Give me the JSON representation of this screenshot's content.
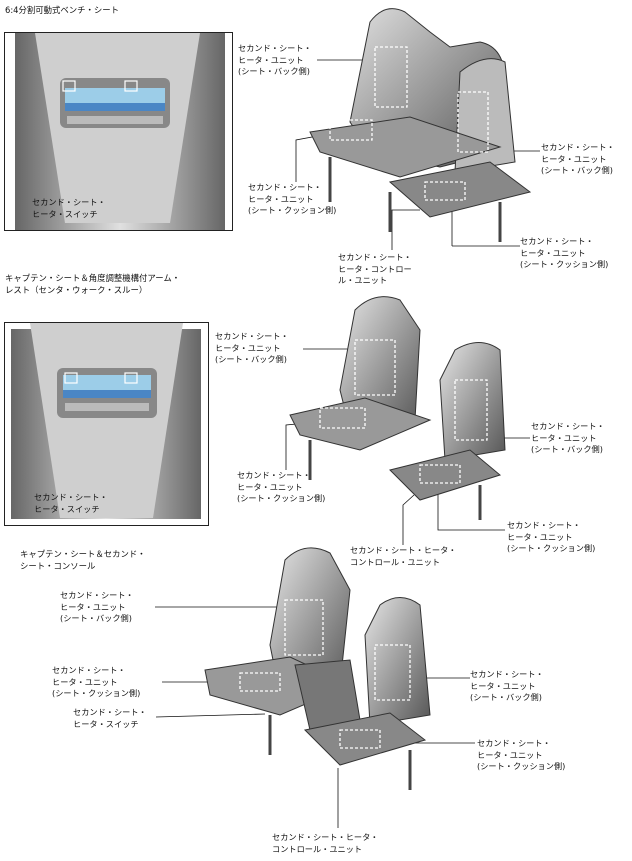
{
  "sections": [
    {
      "title": [
        "6:4分割可動式ベンチ・シート"
      ],
      "inset_label": [
        "セカンド・シート・",
        "ヒータ・スイッチ"
      ],
      "labels": [
        [
          "セカンド・シート・",
          "ヒータ・ユニット",
          "(シート・バック側)"
        ],
        [
          "セカンド・シート・",
          "ヒータ・ユニット",
          "(シート・バック側)"
        ],
        [
          "セカンド・シート・",
          "ヒータ・ユニット",
          "(シート・クッション側)"
        ],
        [
          "セカンド・シート・",
          "ヒータ・コントロー",
          "ル・ユニット"
        ],
        [
          "セカンド・シート・",
          "ヒータ・ユニット",
          "(シート・クッション側)"
        ]
      ]
    },
    {
      "title": [
        "キャプテン・シート＆角度調整機構付アーム・",
        "レスト（センタ・ウォーク・スルー）"
      ],
      "inset_label": [
        "セカンド・シート・",
        "ヒータ・スイッチ"
      ],
      "labels": [
        [
          "セカンド・シート・",
          "ヒータ・ユニット",
          "(シート・バック側)"
        ],
        [
          "セカンド・シート・",
          "ヒータ・ユニット",
          "(シート・バック側)"
        ],
        [
          "セカンド・シート・",
          "ヒータ・ユニット",
          "(シート・クッション側)"
        ],
        [
          "セカンド・シート・ヒータ・",
          "コントロール・ユニット"
        ],
        [
          "セカンド・シート・",
          "ヒータ・ユニット",
          "(シート・クッション側)"
        ]
      ]
    },
    {
      "title": [
        "キャプテン・シート＆セカンド・",
        "シート・コンソール"
      ],
      "labels": [
        [
          "セカンド・シート・",
          "ヒータ・ユニット",
          "(シート・バック側)"
        ],
        [
          "セカンド・シート・",
          "ヒータ・ユニット",
          "(シート・クッション側)"
        ],
        [
          "セカンド・シート・",
          "ヒータ・スイッチ"
        ],
        [
          "セカンド・シート・",
          "ヒータ・ユニット",
          "(シート・バック側)"
        ],
        [
          "セカンド・シート・",
          "ヒータ・ユニット",
          "(シート・クッション側)"
        ],
        [
          "セカンド・シート・ヒータ・",
          "コントロール・ユニット"
        ]
      ]
    }
  ]
}
